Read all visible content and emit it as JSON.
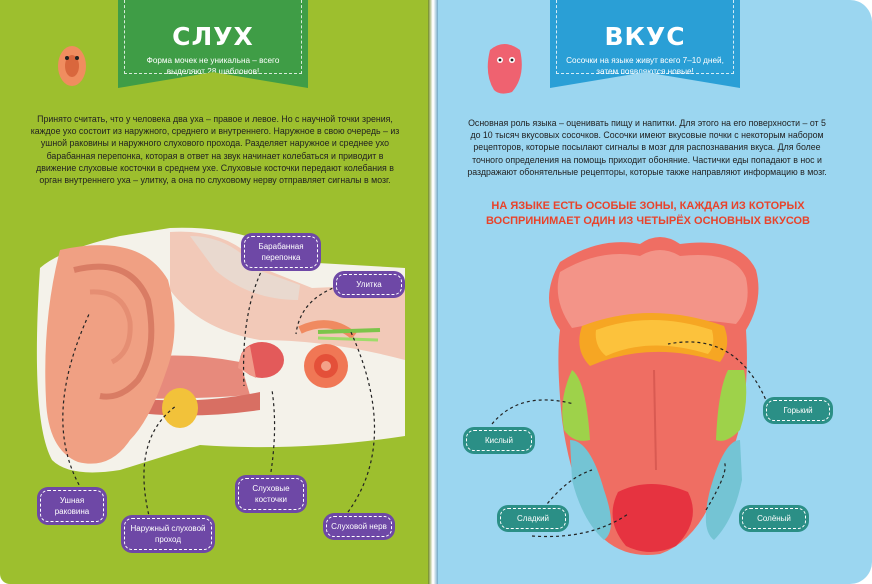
{
  "left_page": {
    "banner": {
      "title": "СЛУХ",
      "subtitle": "Форма мочек не уникальна – всего выделяют 28 шаблонов!"
    },
    "paragraph": "Принято считать, что у человека два уха – правое и левое. Но с научной точки зрения, каждое ухо состоит из наружного, среднего и внутреннего. Наружное в свою очередь – из ушной раковины и наружного слухового прохода. Разделяет наружное и среднее ухо барабанная перепонка, которая в ответ на звук начинает колебаться и приводит в движение слуховые косточки в среднем ухе. Слуховые косточки передают колебания в орган внутреннего уха – улитку, а она по слуховому нерву отправляет сигналы в мозг.",
    "labels": {
      "eardrum": "Барабанная перепонка",
      "cochlea": "Улитка",
      "pinna": "Ушная раковина",
      "ear_canal": "Наружный слуховой проход",
      "ossicles": "Слуховые косточки",
      "nerve": "Слуховой нерв"
    }
  },
  "right_page": {
    "banner": {
      "title": "ВКУС",
      "subtitle": "Сосочки на языке живут всего 7–10 дней, затем появляются новые!"
    },
    "paragraph": "Основная роль языка – оценивать пищу и напитки. Для этого на его поверхности – от 5 до 10 тысяч вкусовых сосочков. Сосочки имеют вкусовые почки с некоторым набором рецепторов, которые посылают сигналы в мозг для распознавания вкуса. Для более точного определения на помощь приходит обоняние. Частички еды попадают в нос и раздражают обонятельные рецепторы, которые также направляют информацию в мозг.",
    "headline": "НА ЯЗЫКЕ ЕСТЬ ОСОБЫЕ ЗОНЫ, КАЖДАЯ ИЗ КОТОРЫХ ВОСПРИНИМАЕТ ОДИН ИЗ ЧЕТЫРЁХ ОСНОВНЫХ ВКУСОВ",
    "labels": {
      "bitter": "Горький",
      "sour": "Кислый",
      "sweet": "Сладкий",
      "salty": "Солёный"
    }
  },
  "colors": {
    "left_bg": "#9dbf2e",
    "right_bg": "#9bd6f0",
    "label_purple": "#6e48a6",
    "label_teal": "#2b8f86",
    "headline_red": "#e8432b"
  }
}
